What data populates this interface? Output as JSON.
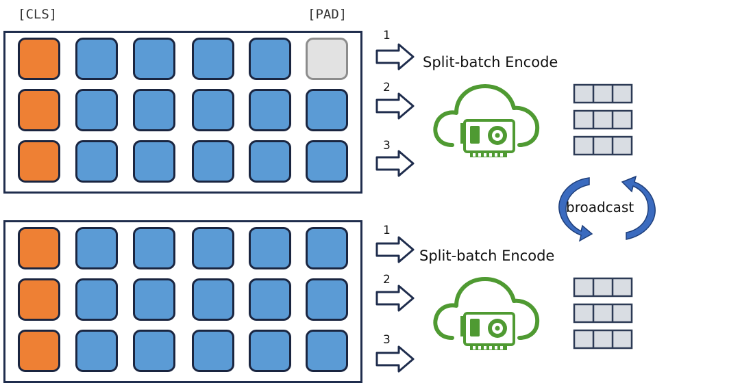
{
  "labels": {
    "cls": "[CLS]",
    "pad": "[PAD]"
  },
  "colors": {
    "cls": "#ee8034",
    "token": "#5b9bd5",
    "pad": "#e2e2e2",
    "cell_border": "#1a2540",
    "pad_border": "#8c8c8c",
    "panel_border": "#1f2d4d",
    "gpu_green": "#4f9a32",
    "broadcast_blue": "#3b6bbf",
    "embedding_fill": "#d9dde3",
    "embedding_border": "#2c3a55"
  },
  "batches": [
    {
      "rows": [
        [
          "cls",
          "token",
          "token",
          "token",
          "token",
          "pad"
        ],
        [
          "cls",
          "token",
          "token",
          "token",
          "token",
          "token"
        ],
        [
          "cls",
          "token",
          "token",
          "token",
          "token",
          "token"
        ]
      ]
    },
    {
      "rows": [
        [
          "cls",
          "token",
          "token",
          "token",
          "token",
          "token"
        ],
        [
          "cls",
          "token",
          "token",
          "token",
          "token",
          "token"
        ],
        [
          "cls",
          "token",
          "token",
          "token",
          "token",
          "token"
        ]
      ]
    }
  ],
  "encoders": [
    {
      "title": "Split-batch Encode",
      "arrows": [
        "1",
        "2",
        "3"
      ],
      "icon": "gpu-cloud-icon",
      "output_icon": "embedding-grid-icon"
    },
    {
      "title": "Split-batch Encode",
      "arrows": [
        "1",
        "2",
        "3"
      ],
      "icon": "gpu-cloud-icon",
      "output_icon": "embedding-grid-icon"
    }
  ],
  "broadcast": {
    "label": "broadcast",
    "icon": "circular-arrows-icon"
  }
}
